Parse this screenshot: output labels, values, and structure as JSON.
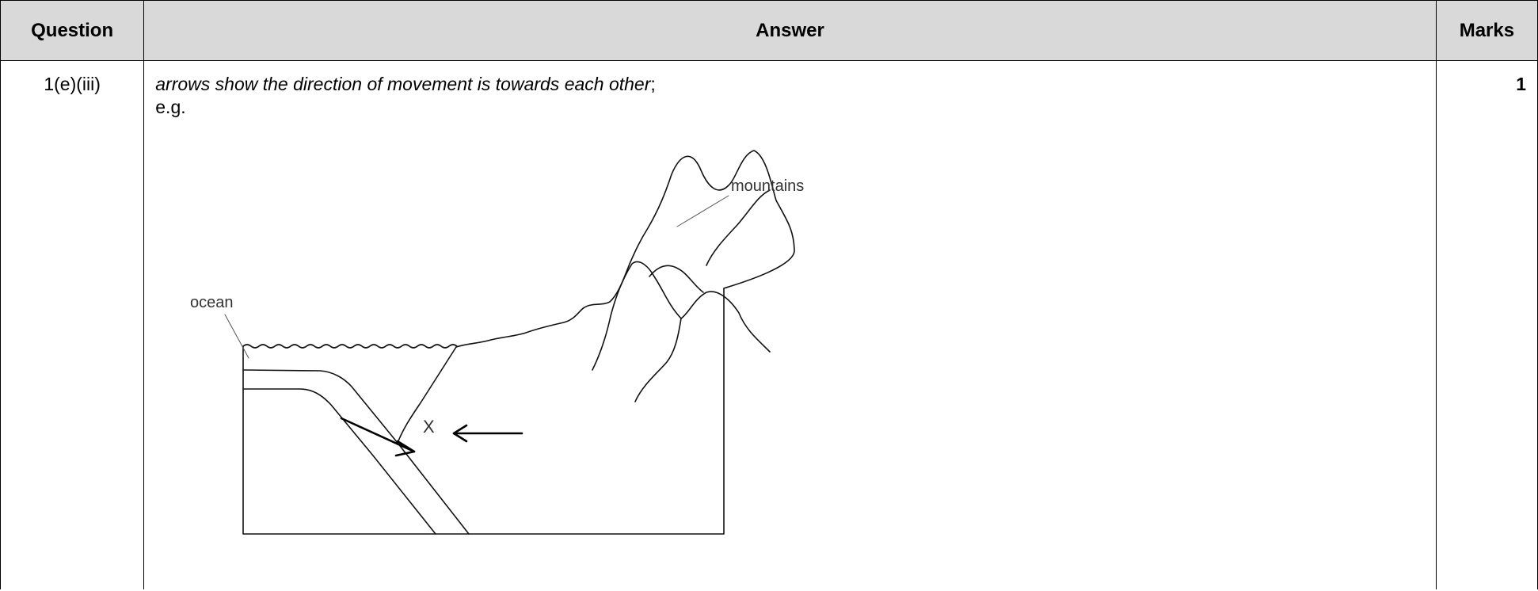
{
  "table": {
    "headers": {
      "question": "Question",
      "answer": "Answer",
      "marks": "Marks"
    },
    "row": {
      "question": "1(e)(iii)",
      "answer_italic": "arrows show the direction of movement is towards each other",
      "answer_tail": ";",
      "example_label": "e.g.",
      "marks": "1"
    }
  },
  "diagram": {
    "labels": {
      "ocean": "ocean",
      "mountains": "mountains",
      "x_marker": "X"
    },
    "arrows": [
      {
        "name": "subducting-plate-arrow",
        "direction": "down-right"
      },
      {
        "name": "continental-plate-arrow",
        "direction": "left"
      }
    ]
  }
}
